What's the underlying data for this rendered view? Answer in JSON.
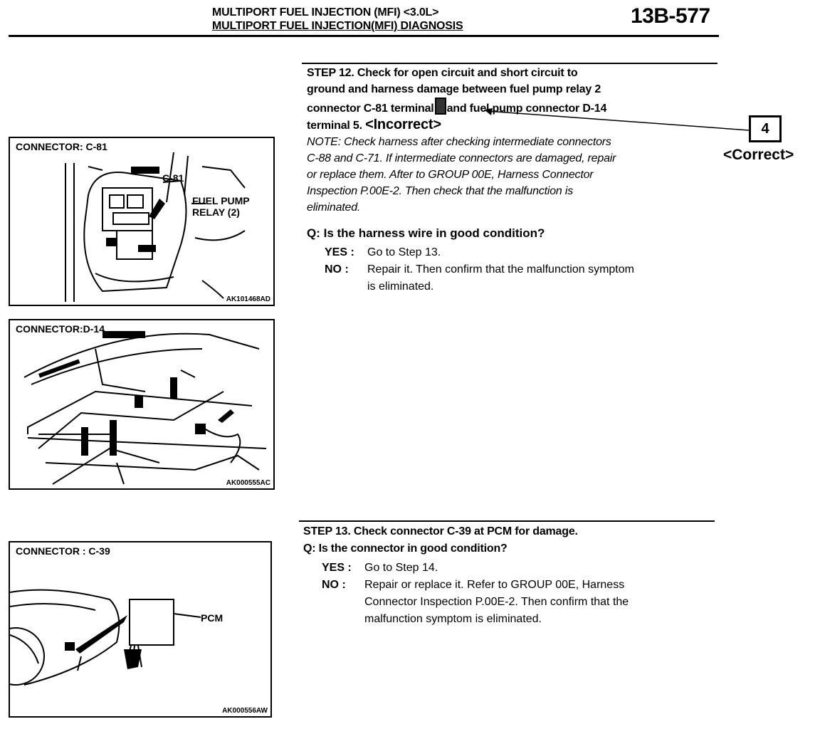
{
  "header": {
    "title_line1": "MULTIPORT FUEL INJECTION (MFI) <3.0L>",
    "title_line2": "MULTIPORT FUEL INJECTION(MFI) DIAGNOSIS",
    "page_number": "13B-577"
  },
  "step12": {
    "line1": "STEP 12. Check for open circuit and short circuit to",
    "line2": "ground and harness damage between fuel pump relay 2",
    "line3a": "connector C-81 terminal",
    "line3b": "and fuel pump connector D-14",
    "line4": "terminal 5.",
    "incorrect": "<Incorrect>",
    "note_lines": [
      "NOTE: Check harness after checking intermediate connectors",
      "C-88 and C-71. If intermediate connectors are damaged, repair",
      "or replace them. After to GROUP 00E, Harness Connector",
      "Inspection P.00E-2. Then check that the malfunction is",
      "eliminated."
    ],
    "question": "Q: Is the harness wire in good condition?",
    "yes_key": "YES :",
    "yes_text": "Go to Step 13.",
    "no_key": "NO :",
    "no_lines": [
      "Repair it. Then confirm that the malfunction symptom",
      "is eliminated."
    ]
  },
  "annotation": {
    "box_value": "4",
    "correct": "<Correct>"
  },
  "step13": {
    "line1": "STEP 13. Check connector C-39 at PCM for damage.",
    "question": "Q: Is the connector in good condition?",
    "yes_key": "YES :",
    "yes_text": "Go to Step 14.",
    "no_key": "NO :",
    "no_lines": [
      "Repair or replace it. Refer to GROUP 00E, Harness",
      "Connector Inspection P.00E-2. Then confirm that the",
      "malfunction symptom is eliminated."
    ]
  },
  "figures": {
    "fig1": {
      "label": "CONNECTOR: C-81",
      "callout_c81": "C-81",
      "callout_relay_1": "FUEL PUMP",
      "callout_relay_2": "RELAY (2)",
      "id": "AK101468AD"
    },
    "fig2": {
      "label": "CONNECTOR:D-14",
      "id": "AK000555AC"
    },
    "fig3": {
      "label": "CONNECTOR : C-39",
      "callout_pcm": "PCM",
      "id": "AK000556AW"
    }
  }
}
